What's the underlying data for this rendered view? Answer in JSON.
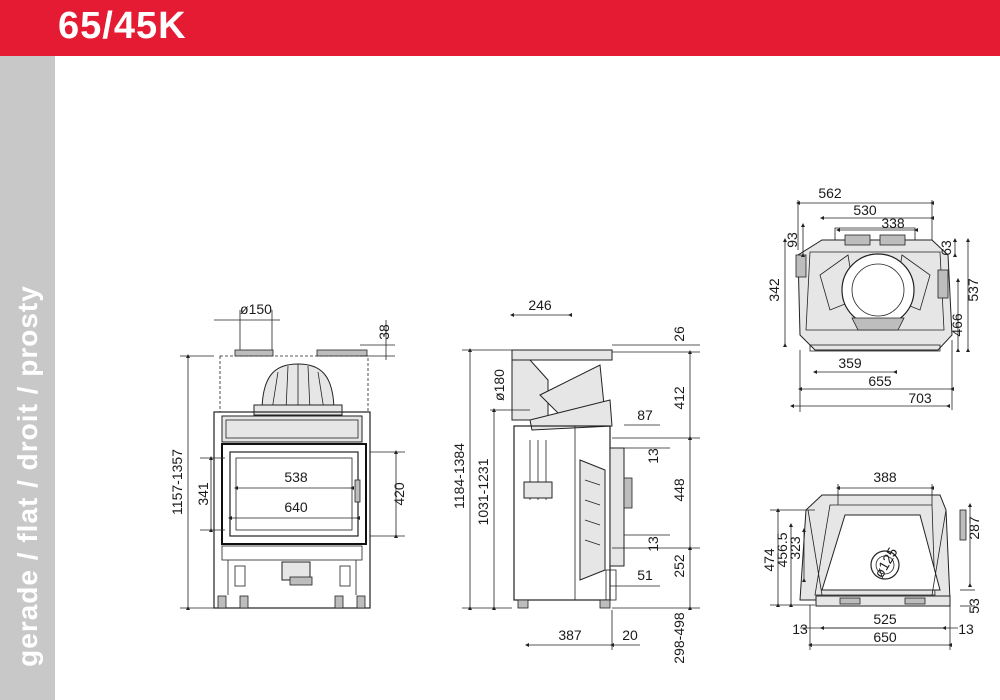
{
  "header": {
    "title": "65/45K",
    "bg_color": "#e41b32"
  },
  "sidebar": {
    "text": "gerade / flat / droit / prosty",
    "bg_color": "#c8c8c9"
  },
  "front_view": {
    "flue_diameter": "ø150",
    "top_offset": "38",
    "overall_height": "1157-1357",
    "glass_height": "341",
    "door_height": "420",
    "glass_width": "538",
    "door_width": "640"
  },
  "side_view": {
    "depth_top": "246",
    "air_diameter": "ø180",
    "overall_height": "1184-1384",
    "flue_height": "1031-1231",
    "top_gap": "26",
    "upper_height": "412",
    "handle_depth": "87",
    "frame_top": "13",
    "door_height": "448",
    "frame_bottom": "13",
    "lower_height": "252",
    "foot_depth": "51",
    "base_depth": "387",
    "front_offset": "20",
    "leg_height": "298-498"
  },
  "top_view": {
    "width_outer": "562",
    "width_mid": "530",
    "flue_width": "338",
    "left_depth": "93",
    "right_depth": "63",
    "left_side": "342",
    "right_side": "537",
    "right_inner": "466",
    "bottom_inner": "359",
    "bottom_mid": "655",
    "bottom_outer": "703"
  },
  "bottom_view": {
    "top_width": "388",
    "height_a": "323",
    "height_b": "456.5",
    "height_c": "474",
    "right_height": "287",
    "right_bottom": "53",
    "flue_diameter": "ø125",
    "left_margin": "13",
    "inner_width": "525",
    "right_margin": "13",
    "outer_width": "650"
  }
}
